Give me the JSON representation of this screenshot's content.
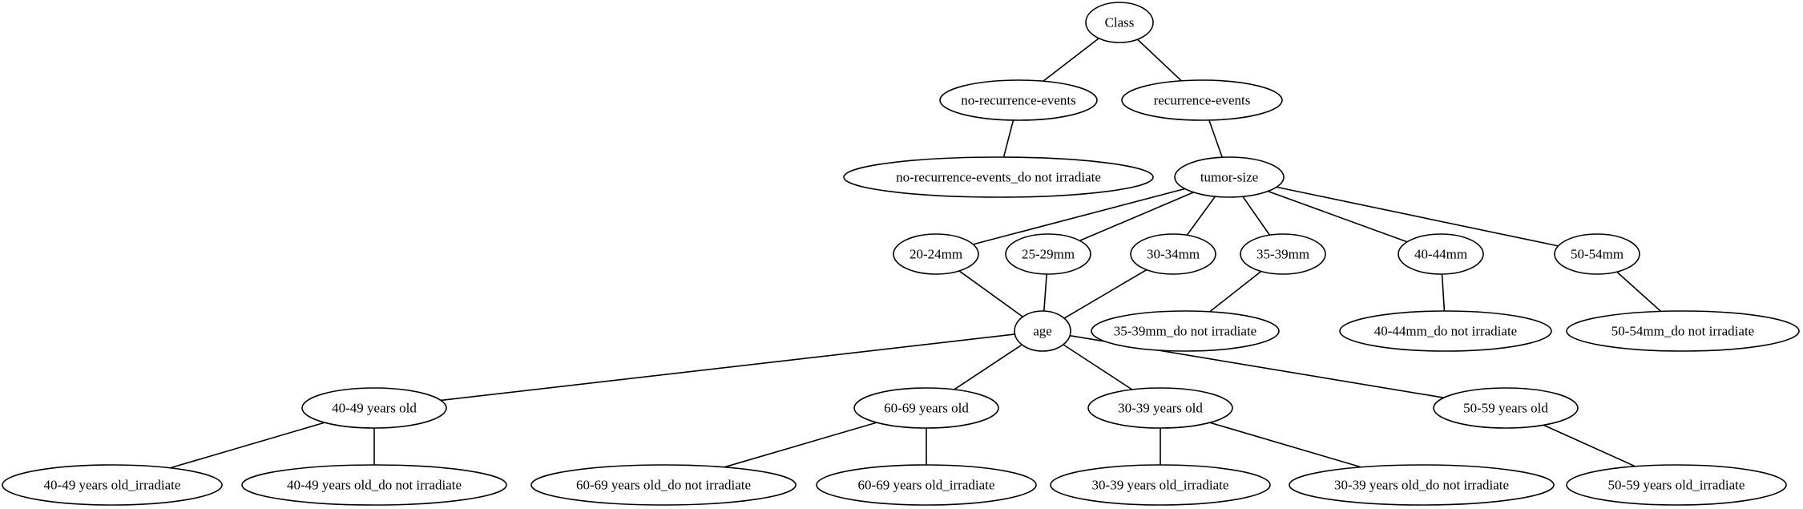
{
  "diagram": {
    "nodes": [
      {
        "id": "class",
        "label": "Class"
      },
      {
        "id": "no-recurrence-events",
        "label": "no-recurrence-events"
      },
      {
        "id": "recurrence-events",
        "label": "recurrence-events"
      },
      {
        "id": "no-recurrence-events-do-not-irradiate",
        "label": "no-recurrence-events_do not irradiate"
      },
      {
        "id": "tumor-size",
        "label": "tumor-size"
      },
      {
        "id": "20-24mm",
        "label": "20-24mm"
      },
      {
        "id": "25-29mm",
        "label": "25-29mm"
      },
      {
        "id": "30-34mm",
        "label": "30-34mm"
      },
      {
        "id": "35-39mm",
        "label": "35-39mm"
      },
      {
        "id": "40-44mm",
        "label": "40-44mm"
      },
      {
        "id": "50-54mm",
        "label": "50-54mm"
      },
      {
        "id": "age",
        "label": "age"
      },
      {
        "id": "35-39mm-do-not-irradiate",
        "label": "35-39mm_do not irradiate"
      },
      {
        "id": "40-44mm-do-not-irradiate",
        "label": "40-44mm_do not irradiate"
      },
      {
        "id": "50-54mm-do-not-irradiate",
        "label": "50-54mm_do not irradiate"
      },
      {
        "id": "40-49-years-old",
        "label": "40-49 years old"
      },
      {
        "id": "60-69-years-old",
        "label": "60-69 years old"
      },
      {
        "id": "30-39-years-old",
        "label": "30-39 years old"
      },
      {
        "id": "50-59-years-old",
        "label": "50-59 years old"
      },
      {
        "id": "40-49-years-old-irradiate",
        "label": "40-49 years old_irradiate"
      },
      {
        "id": "40-49-years-old-do-not-irradiate",
        "label": "40-49 years old_do not irradiate"
      },
      {
        "id": "60-69-years-old-do-not-irradiate",
        "label": "60-69 years old_do not irradiate"
      },
      {
        "id": "60-69-years-old-irradiate",
        "label": "60-69 years old_irradiate"
      },
      {
        "id": "30-39-years-old-irradiate",
        "label": "30-39 years old_irradiate"
      },
      {
        "id": "30-39-years-old-do-not-irradiate",
        "label": "30-39 years old_do not irradiate"
      },
      {
        "id": "50-59-years-old-irradiate",
        "label": "50-59 years old_irradiate"
      }
    ],
    "edges": [
      [
        "class",
        "no-recurrence-events"
      ],
      [
        "class",
        "recurrence-events"
      ],
      [
        "no-recurrence-events",
        "no-recurrence-events-do-not-irradiate"
      ],
      [
        "recurrence-events",
        "tumor-size"
      ],
      [
        "tumor-size",
        "20-24mm"
      ],
      [
        "tumor-size",
        "25-29mm"
      ],
      [
        "tumor-size",
        "30-34mm"
      ],
      [
        "tumor-size",
        "35-39mm"
      ],
      [
        "tumor-size",
        "40-44mm"
      ],
      [
        "tumor-size",
        "50-54mm"
      ],
      [
        "20-24mm",
        "age"
      ],
      [
        "25-29mm",
        "age"
      ],
      [
        "30-34mm",
        "age"
      ],
      [
        "35-39mm",
        "35-39mm-do-not-irradiate"
      ],
      [
        "40-44mm",
        "40-44mm-do-not-irradiate"
      ],
      [
        "50-54mm",
        "50-54mm-do-not-irradiate"
      ],
      [
        "age",
        "40-49-years-old"
      ],
      [
        "age",
        "60-69-years-old"
      ],
      [
        "age",
        "30-39-years-old"
      ],
      [
        "age",
        "50-59-years-old"
      ],
      [
        "40-49-years-old",
        "40-49-years-old-irradiate"
      ],
      [
        "40-49-years-old",
        "40-49-years-old-do-not-irradiate"
      ],
      [
        "60-69-years-old",
        "60-69-years-old-do-not-irradiate"
      ],
      [
        "60-69-years-old",
        "60-69-years-old-irradiate"
      ],
      [
        "30-39-years-old",
        "30-39-years-old-irradiate"
      ],
      [
        "30-39-years-old",
        "30-39-years-old-do-not-irradiate"
      ],
      [
        "50-59-years-old",
        "50-59-years-old-irradiate"
      ]
    ],
    "colors": {
      "stroke": "#000000",
      "fill": "#ffffff",
      "text": "#000000"
    }
  }
}
